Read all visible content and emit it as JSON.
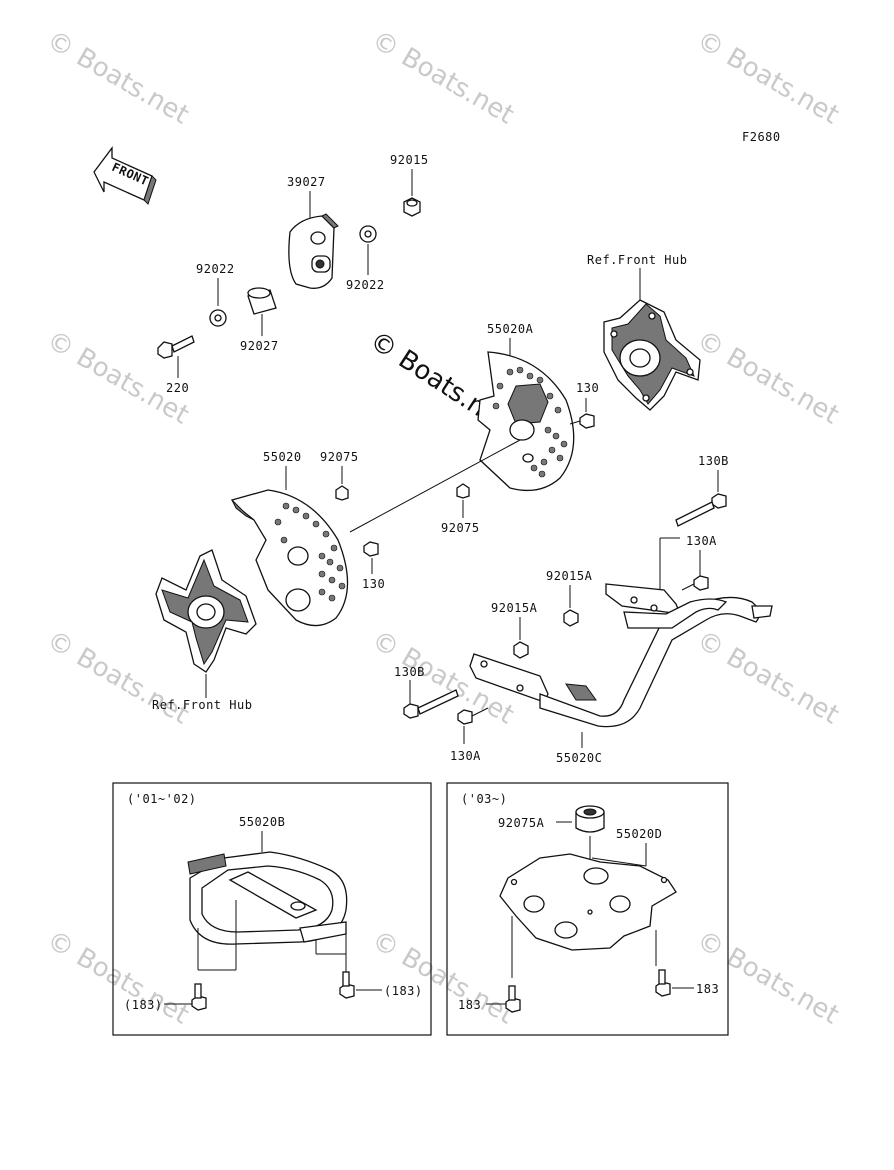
{
  "figure_code": "F2680",
  "front_arrow_label": "FRONT",
  "watermark_text": "© Boats.net",
  "parts": {
    "p39027": "39027",
    "p92015": "92015",
    "p92022_left": "92022",
    "p92022_right": "92022",
    "p92027": "92027",
    "p220": "220",
    "p55020A": "55020A",
    "p130_upper": "130",
    "p55020": "55020",
    "p92075_upper": "92075",
    "p92075_lower": "92075",
    "p130_lower": "130",
    "p130B_right": "130B",
    "p130A_right": "130A",
    "p92015A_upper": "92015A",
    "p92015A_lower": "92015A",
    "p130B_left": "130B",
    "p130A_bottom": "130A",
    "p55020C": "55020C",
    "ref_hub_right": "Ref.Front Hub",
    "ref_hub_left": "Ref.Front Hub"
  },
  "inset_left": {
    "years": "('01~'02)",
    "part_guard": "55020B",
    "bolt_left": "(183)",
    "bolt_right": "(183)"
  },
  "inset_right": {
    "years": "('03~)",
    "part_bushing": "92075A",
    "part_plate": "55020D",
    "bolt_left": "183",
    "bolt_right": "183"
  }
}
